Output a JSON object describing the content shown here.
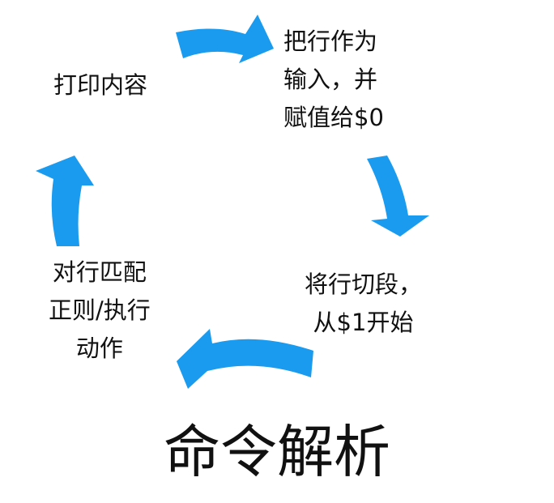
{
  "title": "命令解析",
  "accent_color": "#1a9bf0",
  "steps": [
    {
      "id": "assign",
      "lines": [
        "把行作为",
        "输入，并",
        "赋值给$0"
      ]
    },
    {
      "id": "split",
      "lines": [
        "将行切段，",
        "从$1开始"
      ]
    },
    {
      "id": "match",
      "lines": [
        "对行匹配",
        "正则/执行",
        "动作"
      ]
    },
    {
      "id": "print",
      "lines": [
        "打印内容"
      ]
    }
  ],
  "arrows": [
    {
      "name": "arrow-print-to-assign-icon",
      "direction": "right"
    },
    {
      "name": "arrow-assign-to-split-icon",
      "direction": "down"
    },
    {
      "name": "arrow-split-to-match-icon",
      "direction": "left"
    },
    {
      "name": "arrow-match-to-print-icon",
      "direction": "up"
    }
  ]
}
